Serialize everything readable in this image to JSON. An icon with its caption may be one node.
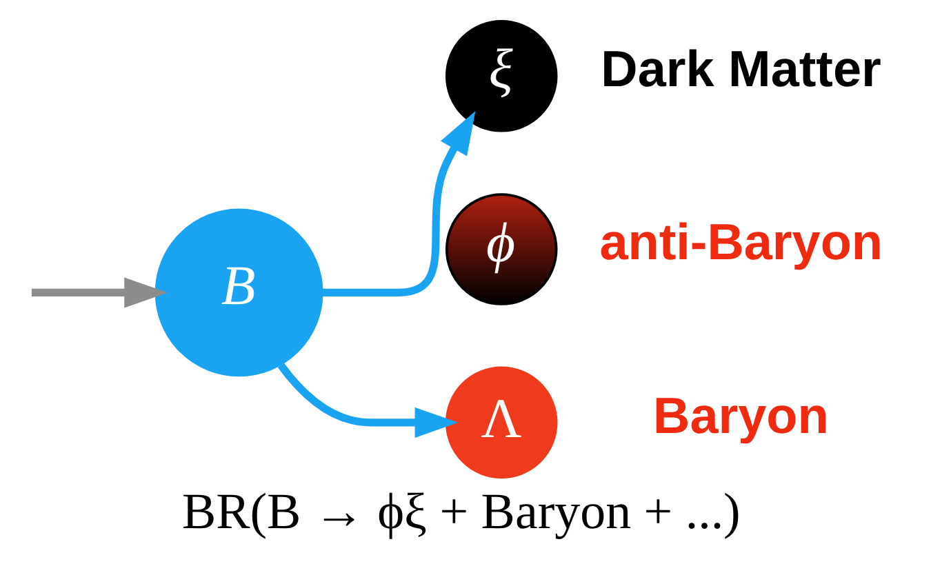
{
  "diagram": {
    "caption": "BR(B → ϕξ + Baryon + ...)",
    "nodes": [
      {
        "text": [
          "B"
        ]
      },
      {
        "text": [
          "ξ"
        ],
        "beside": [
          "Dark Matter"
        ]
      },
      {
        "text": [
          "ϕ"
        ],
        "beside": [
          "anti-Baryon"
        ]
      },
      {
        "text": [
          "Λ"
        ],
        "beside": [
          "Baryon"
        ]
      }
    ],
    "edges": [
      {
        "from": null,
        "to": 0,
        "arrow": "to",
        "color": "#8c8c8c"
      },
      {
        "from": 0,
        "to": 1,
        "arrow": "to"
      },
      {
        "from": 0,
        "to": 3,
        "arrow": "to"
      }
    ]
  }
}
